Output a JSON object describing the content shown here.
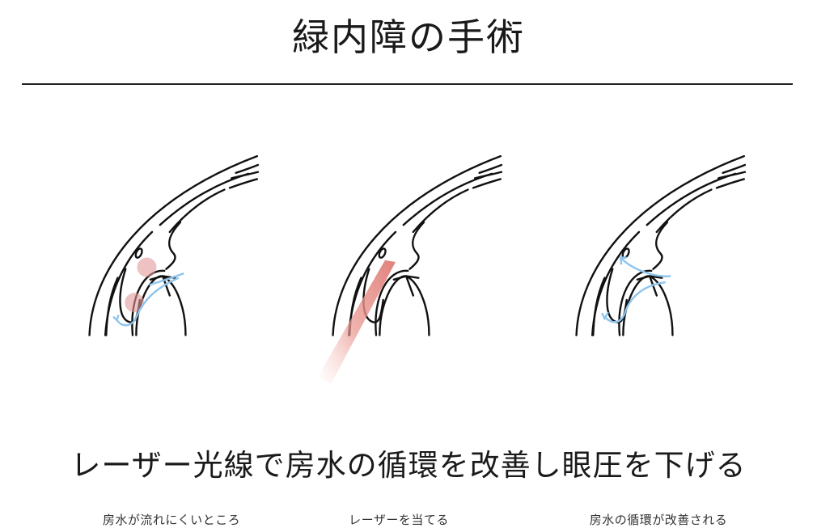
{
  "title": "緑内障の手術",
  "colors": {
    "line": "#111111",
    "highlight": "#e8a0a0",
    "flow_arrow": "#8ec5ee",
    "laser": "#e48c86"
  },
  "panels": [
    {
      "id": "before",
      "caption": "房水が流れにくいところ",
      "features": [
        "eye-cross-section",
        "blocked-spot-highlights",
        "aqueous-flow-arrow"
      ]
    },
    {
      "id": "laser",
      "caption": "レーザーを当てる",
      "features": [
        "eye-cross-section",
        "laser-beam"
      ]
    },
    {
      "id": "after",
      "caption": "房水の循環が改善される",
      "features": [
        "eye-cross-section",
        "aqueous-flow-arrows"
      ]
    }
  ],
  "summary": "レーザー光線で房水の循環を改善し眼圧を下げる"
}
